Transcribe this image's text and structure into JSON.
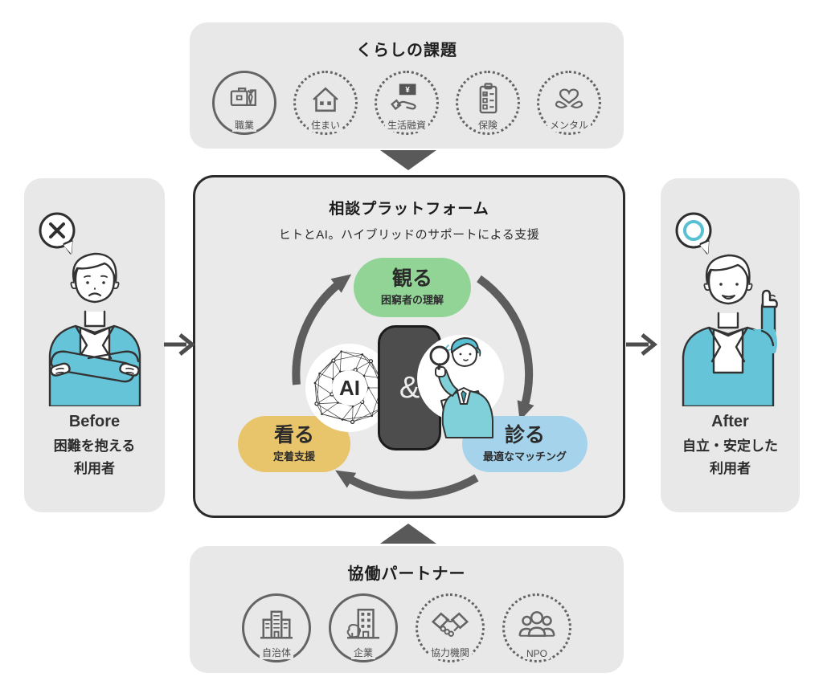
{
  "top_box": {
    "title": "くらしの課題",
    "items": [
      {
        "label": "職業",
        "icon": "briefcase",
        "border": "solid"
      },
      {
        "label": "住まい",
        "icon": "house",
        "border": "dotted"
      },
      {
        "label": "生活融資",
        "icon": "loan-hand",
        "border": "dotted"
      },
      {
        "label": "保険",
        "icon": "clipboard",
        "border": "dotted"
      },
      {
        "label": "メンタル",
        "icon": "heart-hands",
        "border": "dotted"
      }
    ]
  },
  "platform": {
    "title": "相談プラットフォーム",
    "subtitle": "ヒトとAI。ハイブリッドのサポートによる支援",
    "ai_label": "AI",
    "ampersand": "&",
    "steps": [
      {
        "label": "観る",
        "sublabel": "困窮者の理解",
        "color": "#92d496",
        "position": "top"
      },
      {
        "label": "診る",
        "sublabel": "最適なマッチング",
        "color": "#a6d3ec",
        "position": "bottom-right"
      },
      {
        "label": "看る",
        "sublabel": "定着支援",
        "color": "#e8c46a",
        "position": "bottom-left"
      }
    ]
  },
  "before_box": {
    "title": "Before",
    "line1": "困難を抱える",
    "line2": "利用者",
    "bubble": "x-mark"
  },
  "after_box": {
    "title": "After",
    "line1": "自立・安定した",
    "line2": "利用者",
    "bubble": "circle-mark"
  },
  "bottom_box": {
    "title": "協働パートナー",
    "items": [
      {
        "label": "自治体",
        "icon": "gov-building",
        "border": "solid"
      },
      {
        "label": "企業",
        "icon": "company-building",
        "border": "solid"
      },
      {
        "label": "協力機関",
        "icon": "handshake",
        "border": "dotted"
      },
      {
        "label": "NPO",
        "icon": "people-group",
        "border": "dotted"
      }
    ]
  },
  "colors": {
    "panel_gray": "#e8e8e8",
    "center_gray": "#eaeaea",
    "arc_gray": "#5d5d5d",
    "accent_teal": "#66c4d9",
    "step_green": "#92d496",
    "step_blue": "#a6d3ec",
    "step_yellow": "#e8c46a",
    "phone_dark": "#4d4d4d"
  }
}
